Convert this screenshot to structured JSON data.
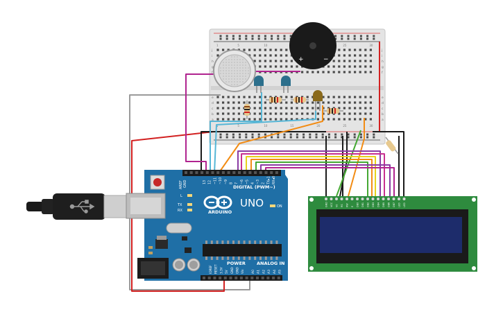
{
  "arduino": {
    "brand": "ARDUINO",
    "model": "UNO",
    "digital_label": "DIGITAL (PWM~)",
    "power_label": "POWER",
    "analog_label": "ANALOG IN",
    "on_label": "ON",
    "l_label": "L",
    "tx_label": "TX",
    "rx_label": "RX",
    "aref_label": "AREF",
    "gnd_label": "GND",
    "digital_pins": [
      "13",
      "12",
      "~11",
      "~10",
      "~9",
      "8",
      "7",
      "~6",
      "~5",
      "4",
      "~3",
      "2",
      "TX▸1",
      "RX◂0"
    ],
    "power_pins": [
      "IOREF",
      "RESET",
      "3.3V",
      "5V",
      "GND",
      "GND",
      "Vin"
    ],
    "analog_pins": [
      "A0",
      "A1",
      "A2",
      "A3",
      "A4",
      "A5"
    ]
  },
  "breadboard": {
    "row_letters_top": [
      "j",
      "i",
      "h",
      "g",
      "f"
    ],
    "row_letters_bottom": [
      "e",
      "d",
      "c",
      "b",
      "a"
    ],
    "column_numbers": [
      "1",
      "5",
      "10",
      "15",
      "20",
      "25",
      "30"
    ]
  },
  "lcd": {
    "pins": [
      "GND",
      "VCC",
      "V0",
      "RS",
      "RW",
      "E",
      "DB0",
      "DB1",
      "DB2",
      "DB3",
      "DB4",
      "DB5",
      "DB6",
      "DB7",
      "LED",
      "LED"
    ]
  },
  "colors": {
    "arduino_board": "#1f6fa6",
    "breadboard": "#e6e6e6",
    "lcd_board": "#2e8b3e",
    "lcd_screen": "#1d2c6b",
    "wire_red": "#d22020",
    "wire_black": "#1a1a1a",
    "wire_gray": "#9a9a9a",
    "wire_magenta": "#b0238f",
    "wire_cyan": "#56b6d6",
    "wire_orange": "#f28c14",
    "wire_green": "#44a832",
    "wire_yellow": "#e7d21b",
    "wire_purple": "#8a3ba3"
  },
  "icons": [
    "usb-cable-icon",
    "gas-sensor-icon",
    "buzzer-icon",
    "led-icon",
    "resistor-icon",
    "chip-icon",
    "capacitor-icon"
  ]
}
